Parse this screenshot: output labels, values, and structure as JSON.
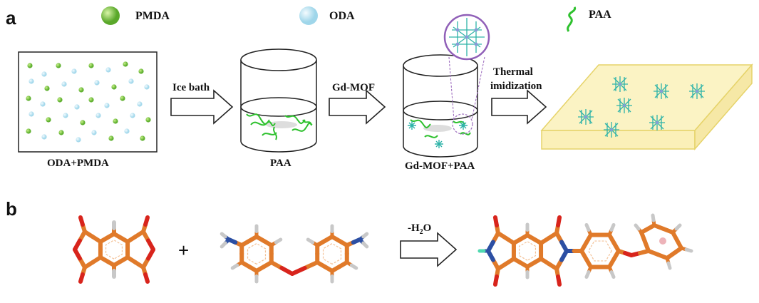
{
  "panels": {
    "a": "a",
    "b": "b"
  },
  "legend": {
    "pmda": {
      "label": "PMDA",
      "color": "#7ecb3f"
    },
    "oda": {
      "label": "ODA",
      "color": "#bfe6f2"
    },
    "paa": {
      "label": "PAA",
      "color": "#2ec12e"
    }
  },
  "steps": {
    "mixture_label": "ODA+PMDA",
    "arrow1_label": "Ice bath",
    "beaker1_label": "PAA",
    "arrow2_label": "Gd-MOF",
    "beaker2_label": "Gd-MOF+PAA",
    "arrow3_label_line1": "Thermal",
    "arrow3_label_line2": "imidization"
  },
  "reaction": {
    "plus": "+",
    "condition_prefix": "-H",
    "condition_sub": "2",
    "condition_suffix": "O"
  },
  "colors": {
    "carbon": "#e07a2a",
    "oxygen": "#d8241c",
    "nitrogen": "#2c4fa3",
    "hydrogen": "#c8c8c8",
    "film_fill": "#fbf3c4",
    "film_edge": "#e6d36a"
  }
}
